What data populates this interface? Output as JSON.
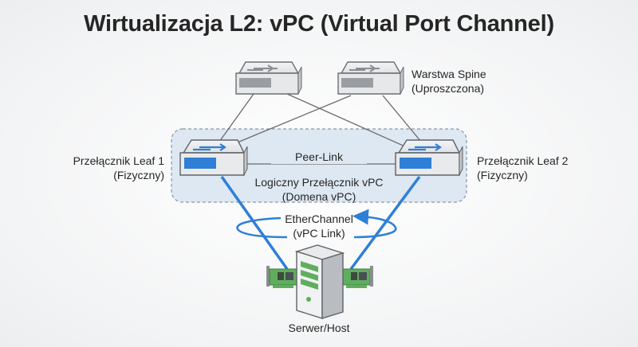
{
  "title": "Wirtualizacja L2: vPC (Virtual Port Channel)",
  "spine": {
    "label_line1": "Warstwa Spine",
    "label_line2": "(Uproszczona)"
  },
  "leaf1": {
    "label_line1": "Przełącznik Leaf 1",
    "label_line2": "(Fizyczny)"
  },
  "leaf2": {
    "label_line1": "Przełącznik Leaf 2",
    "label_line2": "(Fizyczny)"
  },
  "peer_link": "Peer-Link",
  "vpc_domain": {
    "label_line1": "Logiczny Przełącznik vPC",
    "label_line2": "(Domena vPC)"
  },
  "etherchannel": {
    "label_line1": "EtherChannel",
    "label_line2": "(vPC Link)"
  },
  "server": {
    "label": "Serwer/Host"
  },
  "colors": {
    "accent": "#2f7fd6",
    "link_gray": "#6a6a6a",
    "domain_fill": "#dde8f3",
    "nic_green": "#5fae5f"
  }
}
